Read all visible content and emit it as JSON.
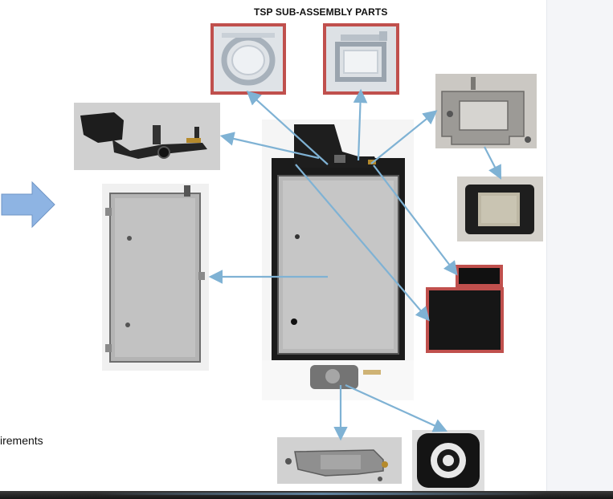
{
  "slide": {
    "title": "TSP SUB-ASSEMBLY PARTS",
    "cut_text": "irements"
  },
  "icons": {
    "nav_arrow": "right-arrow-shape"
  },
  "colors": {
    "highlight_frame": "#c0504d",
    "connector_line": "#7fb2d4",
    "nav_arrow_fill": "#8eb4e3"
  }
}
